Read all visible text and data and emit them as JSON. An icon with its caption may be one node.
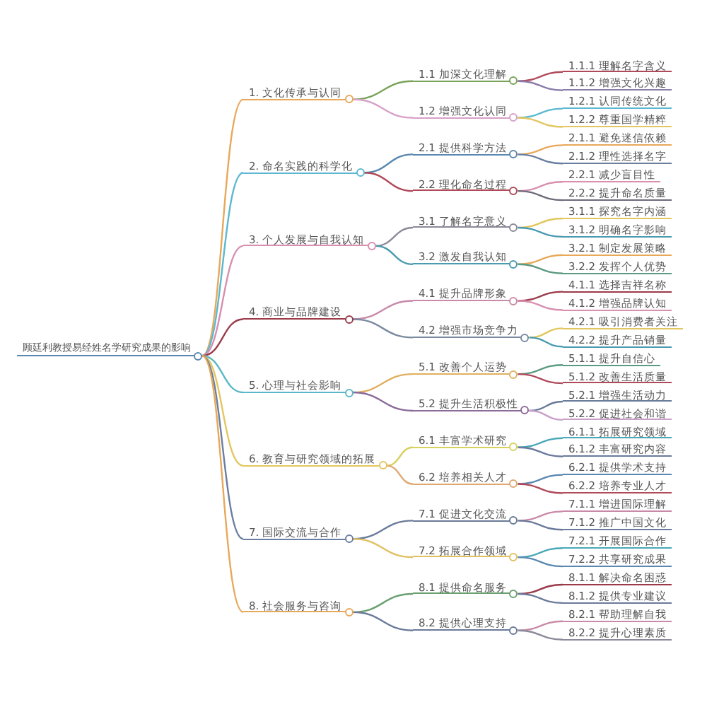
{
  "diagram": {
    "nodes": [
      {
        "text": [
          "顾廷利教授易经姓名学研究成果的影响"
        ]
      },
      {
        "text": [
          "1. 文化传承与认同"
        ]
      },
      {
        "text": [
          "1.1 加深文化理解"
        ]
      },
      {
        "text": [
          "1.1.1 理解名字含义"
        ]
      },
      {
        "text": [
          "1.1.2 增强文化兴趣"
        ]
      },
      {
        "text": [
          "1.2 增强文化认同"
        ]
      },
      {
        "text": [
          "1.2.1 认同传统文化"
        ]
      },
      {
        "text": [
          "1.2.2 尊重国学精粹"
        ]
      },
      {
        "text": [
          "2. 命名实践的科学化"
        ]
      },
      {
        "text": [
          "2.1 提供科学方法"
        ]
      },
      {
        "text": [
          "2.1.1 避免迷信依赖"
        ]
      },
      {
        "text": [
          "2.1.2 理性选择名字"
        ]
      },
      {
        "text": [
          "2.2 理化命名过程"
        ]
      },
      {
        "text": [
          "2.2.1 减少盲目性"
        ]
      },
      {
        "text": [
          "2.2.2 提升命名质量"
        ]
      },
      {
        "text": [
          "3. 个人发展与自我认知"
        ]
      },
      {
        "text": [
          "3.1 了解名字意义"
        ]
      },
      {
        "text": [
          "3.1.1 探究名字内涵"
        ]
      },
      {
        "text": [
          "3.1.2 明确名字影响"
        ]
      },
      {
        "text": [
          "3.2 激发自我认知"
        ]
      },
      {
        "text": [
          "3.2.1 制定发展策略"
        ]
      },
      {
        "text": [
          "3.2.2 发挥个人优势"
        ]
      },
      {
        "text": [
          "4. 商业与品牌建设"
        ]
      },
      {
        "text": [
          "4.1 提升品牌形象"
        ]
      },
      {
        "text": [
          "4.1.1 选择吉祥名称"
        ]
      },
      {
        "text": [
          "4.1.2 增强品牌认知"
        ]
      },
      {
        "text": [
          "4.2 增强市场竞争力"
        ]
      },
      {
        "text": [
          "4.2.1 吸引消费者关注"
        ]
      },
      {
        "text": [
          "4.2.2 提升产品销量"
        ]
      },
      {
        "text": [
          "5. 心理与社会影响"
        ]
      },
      {
        "text": [
          "5.1 改善个人运势"
        ]
      },
      {
        "text": [
          "5.1.1 提升自信心"
        ]
      },
      {
        "text": [
          "5.1.2 改善生活质量"
        ]
      },
      {
        "text": [
          "5.2 提升生活积极性"
        ]
      },
      {
        "text": [
          "5.2.1 增强生活动力"
        ]
      },
      {
        "text": [
          "5.2.2 促进社会和谐"
        ]
      },
      {
        "text": [
          "6. 教育与研究领域的拓展"
        ]
      },
      {
        "text": [
          "6.1 丰富学术研究"
        ]
      },
      {
        "text": [
          "6.1.1 拓展研究领域"
        ]
      },
      {
        "text": [
          "6.1.2 丰富研究内容"
        ]
      },
      {
        "text": [
          "6.2 培养相关人才"
        ]
      },
      {
        "text": [
          "6.2.1 提供学术支持"
        ]
      },
      {
        "text": [
          "6.2.2 培养专业人才"
        ]
      },
      {
        "text": [
          "7. 国际交流与合作"
        ]
      },
      {
        "text": [
          "7.1 促进文化交流"
        ]
      },
      {
        "text": [
          "7.1.1 增进国际理解"
        ]
      },
      {
        "text": [
          "7.1.2 推广中国文化"
        ]
      },
      {
        "text": [
          "7.2 拓展合作领域"
        ]
      },
      {
        "text": [
          "7.2.1 开展国际合作"
        ]
      },
      {
        "text": [
          "7.2.2 共享研究成果"
        ]
      },
      {
        "text": [
          "8. 社会服务与咨询"
        ]
      },
      {
        "text": [
          "8.1 提供命名服务"
        ]
      },
      {
        "text": [
          "8.1.1 解决命名困惑"
        ]
      },
      {
        "text": [
          "8.1.2 提供专业建议"
        ]
      },
      {
        "text": [
          "8.2 提供心理支持"
        ]
      },
      {
        "text": [
          "8.2.1 帮助理解自我"
        ]
      },
      {
        "text": [
          "8.2.2 提升心理素质"
        ]
      }
    ],
    "edges": [
      {
        "from": 0,
        "to": 1,
        "arrow": "none",
        "color": "#e8a85a"
      },
      {
        "from": 1,
        "to": 2,
        "arrow": "none",
        "color": "#7aa35a"
      },
      {
        "from": 2,
        "to": 3,
        "arrow": "none",
        "color": "#b04a5a"
      },
      {
        "from": 2,
        "to": 4,
        "arrow": "none",
        "color": "#8a7aa8"
      },
      {
        "from": 1,
        "to": 5,
        "arrow": "none",
        "color": "#d8a0c8"
      },
      {
        "from": 5,
        "to": 6,
        "arrow": "none",
        "color": "#5bb8d0"
      },
      {
        "from": 5,
        "to": 7,
        "arrow": "none",
        "color": "#e2c760"
      },
      {
        "from": 0,
        "to": 8,
        "arrow": "none",
        "color": "#5bb8d0"
      },
      {
        "from": 8,
        "to": 9,
        "arrow": "none",
        "color": "#5a88b0"
      },
      {
        "from": 9,
        "to": 10,
        "arrow": "none",
        "color": "#e8a85a"
      },
      {
        "from": 9,
        "to": 11,
        "arrow": "none",
        "color": "#6a7fa0"
      },
      {
        "from": 8,
        "to": 12,
        "arrow": "none",
        "color": "#b04a5a"
      },
      {
        "from": 12,
        "to": 13,
        "arrow": "none",
        "color": "#d88fb0"
      },
      {
        "from": 12,
        "to": 14,
        "arrow": "none",
        "color": "#6a6a7a"
      },
      {
        "from": 0,
        "to": 15,
        "arrow": "none",
        "color": "#d88fb0"
      },
      {
        "from": 15,
        "to": 16,
        "arrow": "none",
        "color": "#8a8a9a"
      },
      {
        "from": 16,
        "to": 17,
        "arrow": "none",
        "color": "#e2c760"
      },
      {
        "from": 16,
        "to": 18,
        "arrow": "none",
        "color": "#4a9ab0"
      },
      {
        "from": 15,
        "to": 19,
        "arrow": "none",
        "color": "#4a9ab0"
      },
      {
        "from": 19,
        "to": 20,
        "arrow": "none",
        "color": "#e8a85a"
      },
      {
        "from": 19,
        "to": 21,
        "arrow": "none",
        "color": "#5a9a80"
      },
      {
        "from": 0,
        "to": 22,
        "arrow": "none",
        "color": "#9b3b4a"
      },
      {
        "from": 22,
        "to": 23,
        "arrow": "none",
        "color": "#c88aa8"
      },
      {
        "from": 23,
        "to": 24,
        "arrow": "none",
        "color": "#9b3b4a"
      },
      {
        "from": 23,
        "to": 25,
        "arrow": "none",
        "color": "#d88fb0"
      },
      {
        "from": 22,
        "to": 26,
        "arrow": "none",
        "color": "#7a8aa0"
      },
      {
        "from": 26,
        "to": 27,
        "arrow": "none",
        "color": "#e2c760"
      },
      {
        "from": 26,
        "to": 28,
        "arrow": "none",
        "color": "#4a9ab0"
      },
      {
        "from": 0,
        "to": 29,
        "arrow": "none",
        "color": "#5bb8c8"
      },
      {
        "from": 29,
        "to": 30,
        "arrow": "none",
        "color": "#e0b060"
      },
      {
        "from": 30,
        "to": 31,
        "arrow": "none",
        "color": "#5a9a80"
      },
      {
        "from": 30,
        "to": 32,
        "arrow": "none",
        "color": "#b04a5a"
      },
      {
        "from": 29,
        "to": 33,
        "arrow": "none",
        "color": "#8a6a9a"
      },
      {
        "from": 33,
        "to": 34,
        "arrow": "none",
        "color": "#6a7a9a"
      },
      {
        "from": 33,
        "to": 35,
        "arrow": "none",
        "color": "#c8a0c8"
      },
      {
        "from": 0,
        "to": 36,
        "arrow": "none",
        "color": "#e2c760"
      },
      {
        "from": 36,
        "to": 37,
        "arrow": "none",
        "color": "#d8d060"
      },
      {
        "from": 37,
        "to": 38,
        "arrow": "none",
        "color": "#4aa8b8"
      },
      {
        "from": 37,
        "to": 39,
        "arrow": "none",
        "color": "#6a7a9a"
      },
      {
        "from": 36,
        "to": 40,
        "arrow": "none",
        "color": "#e0a870"
      },
      {
        "from": 40,
        "to": 41,
        "arrow": "none",
        "color": "#5a88b0"
      },
      {
        "from": 40,
        "to": 42,
        "arrow": "none",
        "color": "#b04a5a"
      },
      {
        "from": 0,
        "to": 43,
        "arrow": "none",
        "color": "#6a7fa0"
      },
      {
        "from": 43,
        "to": 44,
        "arrow": "none",
        "color": "#6a7a9a"
      },
      {
        "from": 44,
        "to": 45,
        "arrow": "none",
        "color": "#c88aa8"
      },
      {
        "from": 44,
        "to": 46,
        "arrow": "none",
        "color": "#6a7a9a"
      },
      {
        "from": 43,
        "to": 47,
        "arrow": "none",
        "color": "#e0c060"
      },
      {
        "from": 47,
        "to": 48,
        "arrow": "none",
        "color": "#4aa8b8"
      },
      {
        "from": 47,
        "to": 49,
        "arrow": "none",
        "color": "#5a88b0"
      },
      {
        "from": 0,
        "to": 50,
        "arrow": "none",
        "color": "#e8a85a"
      },
      {
        "from": 50,
        "to": 51,
        "arrow": "none",
        "color": "#6aa070"
      },
      {
        "from": 51,
        "to": 52,
        "arrow": "none",
        "color": "#9b3b4a"
      },
      {
        "from": 51,
        "to": 53,
        "arrow": "none",
        "color": "#6a7a9a"
      },
      {
        "from": 50,
        "to": 54,
        "arrow": "none",
        "color": "#6a7a9a"
      },
      {
        "from": 54,
        "to": 55,
        "arrow": "none",
        "color": "#c88aa8"
      },
      {
        "from": 54,
        "to": 56,
        "arrow": "none",
        "color": "#8a8a9a"
      }
    ]
  }
}
